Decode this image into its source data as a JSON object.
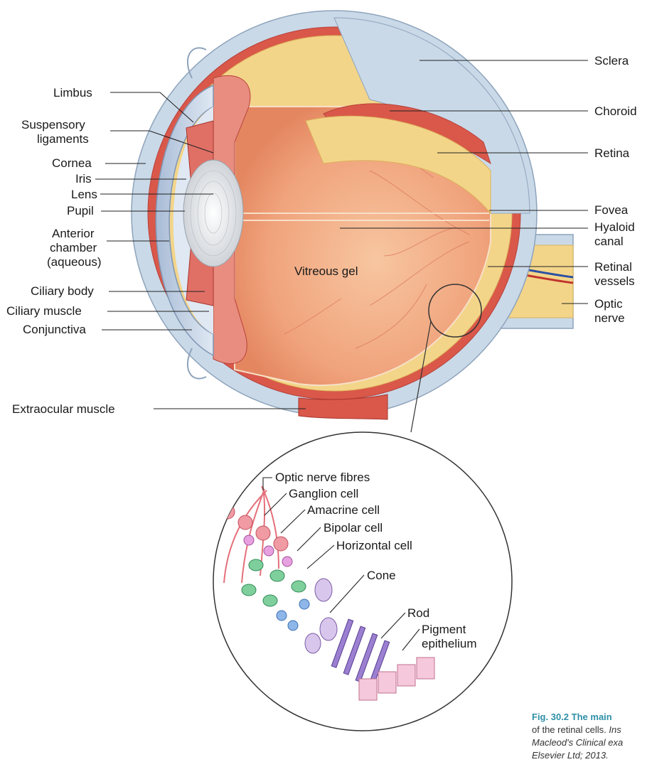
{
  "labels": {
    "limbus": "Limbus",
    "suspensory_1": "Suspensory",
    "suspensory_2": "ligaments",
    "cornea": "Cornea",
    "iris": "Iris",
    "lens": "Lens",
    "pupil": "Pupil",
    "anterior_1": "Anterior",
    "anterior_2": "chamber",
    "anterior_3": "(aqueous)",
    "ciliary_body": "Ciliary body",
    "ciliary_muscle": "Ciliary muscle",
    "conjunctiva": "Conjunctiva",
    "extraocular": "Extraocular muscle",
    "sclera": "Sclera",
    "choroid": "Choroid",
    "retina": "Retina",
    "fovea": "Fovea",
    "hyaloid_1": "Hyaloid",
    "hyaloid_2": "canal",
    "retinal_vessels_1": "Retinal",
    "retinal_vessels_2": "vessels",
    "optic_nerve_1": "Optic",
    "optic_nerve_2": "nerve",
    "vitreous": "Vitreous gel"
  },
  "inset_labels": {
    "optic_fibres": "Optic nerve fibres",
    "ganglion": "Ganglion cell",
    "amacrine": "Amacrine cell",
    "bipolar": "Bipolar cell",
    "horizontal": "Horizontal cell",
    "cone": "Cone",
    "rod": "Rod",
    "pigment_1": "Pigment",
    "pigment_2": "epithelium"
  },
  "caption": {
    "line1_fig": "Fig. 30.2",
    "line1_rest": "The main",
    "line2": "of the retinal cells.",
    "line2_it": "Ins",
    "line3": "Macleod's Clinical exa",
    "line4": "Elsevier Ltd; 2013."
  },
  "colors": {
    "sclera": "#c9d9e8",
    "choroid": "#d9584a",
    "retina": "#f3d58a",
    "vitreous": "#f2a27e",
    "caption_accent": "#2f8fa8"
  }
}
